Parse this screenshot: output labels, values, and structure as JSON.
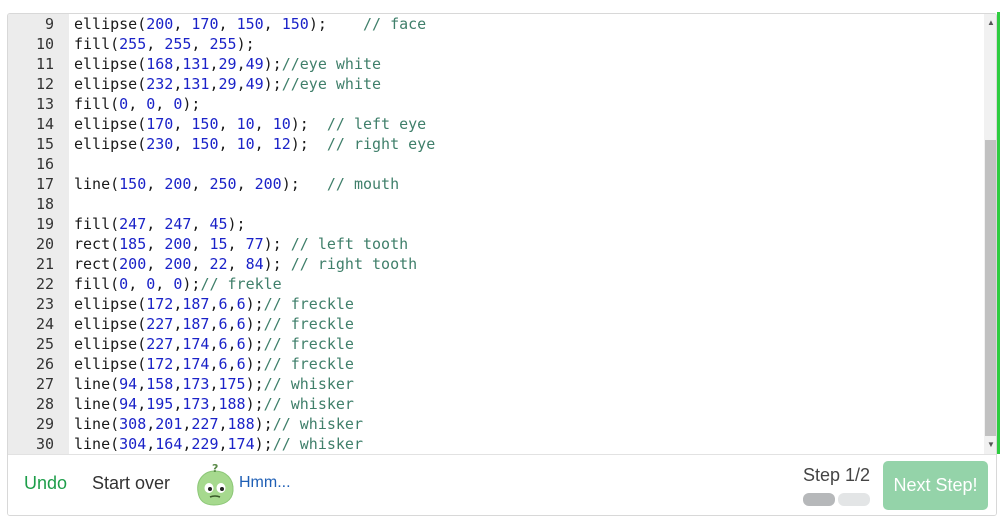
{
  "editor": {
    "lines": [
      {
        "n": "9",
        "tokens": [
          {
            "t": "ellipse("
          },
          {
            "t": "200",
            "k": "num"
          },
          {
            "t": ", "
          },
          {
            "t": "170",
            "k": "num"
          },
          {
            "t": ", "
          },
          {
            "t": "150",
            "k": "num"
          },
          {
            "t": ", "
          },
          {
            "t": "150",
            "k": "num"
          },
          {
            "t": ");    "
          },
          {
            "t": "// face",
            "k": "cmt"
          }
        ]
      },
      {
        "n": "10",
        "tokens": [
          {
            "t": "fill("
          },
          {
            "t": "255",
            "k": "num"
          },
          {
            "t": ", "
          },
          {
            "t": "255",
            "k": "num"
          },
          {
            "t": ", "
          },
          {
            "t": "255",
            "k": "num"
          },
          {
            "t": ");"
          }
        ]
      },
      {
        "n": "11",
        "tokens": [
          {
            "t": "ellipse("
          },
          {
            "t": "168",
            "k": "num"
          },
          {
            "t": ","
          },
          {
            "t": "131",
            "k": "num"
          },
          {
            "t": ","
          },
          {
            "t": "29",
            "k": "num"
          },
          {
            "t": ","
          },
          {
            "t": "49",
            "k": "num"
          },
          {
            "t": ");"
          },
          {
            "t": "//eye white",
            "k": "cmt"
          }
        ]
      },
      {
        "n": "12",
        "tokens": [
          {
            "t": "ellipse("
          },
          {
            "t": "232",
            "k": "num"
          },
          {
            "t": ","
          },
          {
            "t": "131",
            "k": "num"
          },
          {
            "t": ","
          },
          {
            "t": "29",
            "k": "num"
          },
          {
            "t": ","
          },
          {
            "t": "49",
            "k": "num"
          },
          {
            "t": ");"
          },
          {
            "t": "//eye white",
            "k": "cmt"
          }
        ]
      },
      {
        "n": "13",
        "tokens": [
          {
            "t": "fill("
          },
          {
            "t": "0",
            "k": "num"
          },
          {
            "t": ", "
          },
          {
            "t": "0",
            "k": "num"
          },
          {
            "t": ", "
          },
          {
            "t": "0",
            "k": "num"
          },
          {
            "t": ");"
          }
        ]
      },
      {
        "n": "14",
        "tokens": [
          {
            "t": "ellipse("
          },
          {
            "t": "170",
            "k": "num"
          },
          {
            "t": ", "
          },
          {
            "t": "150",
            "k": "num"
          },
          {
            "t": ", "
          },
          {
            "t": "10",
            "k": "num"
          },
          {
            "t": ", "
          },
          {
            "t": "10",
            "k": "num"
          },
          {
            "t": ");  "
          },
          {
            "t": "// left eye",
            "k": "cmt"
          }
        ]
      },
      {
        "n": "15",
        "tokens": [
          {
            "t": "ellipse("
          },
          {
            "t": "230",
            "k": "num"
          },
          {
            "t": ", "
          },
          {
            "t": "150",
            "k": "num"
          },
          {
            "t": ", "
          },
          {
            "t": "10",
            "k": "num"
          },
          {
            "t": ", "
          },
          {
            "t": "12",
            "k": "num"
          },
          {
            "t": ");  "
          },
          {
            "t": "// right eye",
            "k": "cmt"
          }
        ]
      },
      {
        "n": "16",
        "tokens": []
      },
      {
        "n": "17",
        "tokens": [
          {
            "t": "line("
          },
          {
            "t": "150",
            "k": "num"
          },
          {
            "t": ", "
          },
          {
            "t": "200",
            "k": "num"
          },
          {
            "t": ", "
          },
          {
            "t": "250",
            "k": "num"
          },
          {
            "t": ", "
          },
          {
            "t": "200",
            "k": "num"
          },
          {
            "t": ");   "
          },
          {
            "t": "// mouth",
            "k": "cmt"
          }
        ]
      },
      {
        "n": "18",
        "tokens": []
      },
      {
        "n": "19",
        "tokens": [
          {
            "t": "fill("
          },
          {
            "t": "247",
            "k": "num"
          },
          {
            "t": ", "
          },
          {
            "t": "247",
            "k": "num"
          },
          {
            "t": ", "
          },
          {
            "t": "45",
            "k": "num"
          },
          {
            "t": ");"
          }
        ]
      },
      {
        "n": "20",
        "tokens": [
          {
            "t": "rect("
          },
          {
            "t": "185",
            "k": "num"
          },
          {
            "t": ", "
          },
          {
            "t": "200",
            "k": "num"
          },
          {
            "t": ", "
          },
          {
            "t": "15",
            "k": "num"
          },
          {
            "t": ", "
          },
          {
            "t": "77",
            "k": "num"
          },
          {
            "t": "); "
          },
          {
            "t": "// left tooth",
            "k": "cmt"
          }
        ]
      },
      {
        "n": "21",
        "tokens": [
          {
            "t": "rect("
          },
          {
            "t": "200",
            "k": "num"
          },
          {
            "t": ", "
          },
          {
            "t": "200",
            "k": "num"
          },
          {
            "t": ", "
          },
          {
            "t": "22",
            "k": "num"
          },
          {
            "t": ", "
          },
          {
            "t": "84",
            "k": "num"
          },
          {
            "t": "); "
          },
          {
            "t": "// right tooth",
            "k": "cmt"
          }
        ]
      },
      {
        "n": "22",
        "tokens": [
          {
            "t": "fill("
          },
          {
            "t": "0",
            "k": "num"
          },
          {
            "t": ", "
          },
          {
            "t": "0",
            "k": "num"
          },
          {
            "t": ", "
          },
          {
            "t": "0",
            "k": "num"
          },
          {
            "t": ");"
          },
          {
            "t": "// frekle",
            "k": "cmt"
          }
        ]
      },
      {
        "n": "23",
        "tokens": [
          {
            "t": "ellipse("
          },
          {
            "t": "172",
            "k": "num"
          },
          {
            "t": ","
          },
          {
            "t": "187",
            "k": "num"
          },
          {
            "t": ","
          },
          {
            "t": "6",
            "k": "num"
          },
          {
            "t": ","
          },
          {
            "t": "6",
            "k": "num"
          },
          {
            "t": ");"
          },
          {
            "t": "// freckle",
            "k": "cmt"
          }
        ]
      },
      {
        "n": "24",
        "tokens": [
          {
            "t": "ellipse("
          },
          {
            "t": "227",
            "k": "num"
          },
          {
            "t": ","
          },
          {
            "t": "187",
            "k": "num"
          },
          {
            "t": ","
          },
          {
            "t": "6",
            "k": "num"
          },
          {
            "t": ","
          },
          {
            "t": "6",
            "k": "num"
          },
          {
            "t": ");"
          },
          {
            "t": "// freckle",
            "k": "cmt"
          }
        ]
      },
      {
        "n": "25",
        "tokens": [
          {
            "t": "ellipse("
          },
          {
            "t": "227",
            "k": "num"
          },
          {
            "t": ","
          },
          {
            "t": "174",
            "k": "num"
          },
          {
            "t": ","
          },
          {
            "t": "6",
            "k": "num"
          },
          {
            "t": ","
          },
          {
            "t": "6",
            "k": "num"
          },
          {
            "t": ");"
          },
          {
            "t": "// freckle",
            "k": "cmt"
          }
        ]
      },
      {
        "n": "26",
        "tokens": [
          {
            "t": "ellipse("
          },
          {
            "t": "172",
            "k": "num"
          },
          {
            "t": ","
          },
          {
            "t": "174",
            "k": "num"
          },
          {
            "t": ","
          },
          {
            "t": "6",
            "k": "num"
          },
          {
            "t": ","
          },
          {
            "t": "6",
            "k": "num"
          },
          {
            "t": ");"
          },
          {
            "t": "// freckle",
            "k": "cmt"
          }
        ]
      },
      {
        "n": "27",
        "tokens": [
          {
            "t": "line("
          },
          {
            "t": "94",
            "k": "num"
          },
          {
            "t": ","
          },
          {
            "t": "158",
            "k": "num"
          },
          {
            "t": ","
          },
          {
            "t": "173",
            "k": "num"
          },
          {
            "t": ","
          },
          {
            "t": "175",
            "k": "num"
          },
          {
            "t": ");"
          },
          {
            "t": "// whisker",
            "k": "cmt"
          }
        ]
      },
      {
        "n": "28",
        "tokens": [
          {
            "t": "line("
          },
          {
            "t": "94",
            "k": "num"
          },
          {
            "t": ","
          },
          {
            "t": "195",
            "k": "num"
          },
          {
            "t": ","
          },
          {
            "t": "173",
            "k": "num"
          },
          {
            "t": ","
          },
          {
            "t": "188",
            "k": "num"
          },
          {
            "t": ");"
          },
          {
            "t": "// whisker",
            "k": "cmt"
          }
        ]
      },
      {
        "n": "29",
        "tokens": [
          {
            "t": "line("
          },
          {
            "t": "308",
            "k": "num"
          },
          {
            "t": ","
          },
          {
            "t": "201",
            "k": "num"
          },
          {
            "t": ","
          },
          {
            "t": "227",
            "k": "num"
          },
          {
            "t": ","
          },
          {
            "t": "188",
            "k": "num"
          },
          {
            "t": ");"
          },
          {
            "t": "// whisker",
            "k": "cmt"
          }
        ]
      },
      {
        "n": "30",
        "tokens": [
          {
            "t": "line("
          },
          {
            "t": "304",
            "k": "num"
          },
          {
            "t": ","
          },
          {
            "t": "164",
            "k": "num"
          },
          {
            "t": ","
          },
          {
            "t": "229",
            "k": "num"
          },
          {
            "t": ","
          },
          {
            "t": "174",
            "k": "num"
          },
          {
            "t": ");"
          },
          {
            "t": "// whisker",
            "k": "cmt"
          }
        ]
      }
    ]
  },
  "toolbar": {
    "undo_label": "Undo",
    "start_over_label": "Start over",
    "hint_label": "Hmm...",
    "mascot_icon": "confused-blob-icon",
    "step_label": "Step 1/2",
    "step_current": 1,
    "step_total": 2,
    "next_label": "Next Step!"
  },
  "colors": {
    "accent_green": "#1e9e4a",
    "next_button": "#94d3a9",
    "number_token": "#1a22c8",
    "comment_token": "#3f7f6a",
    "edge_highlight": "#2ecc40"
  }
}
